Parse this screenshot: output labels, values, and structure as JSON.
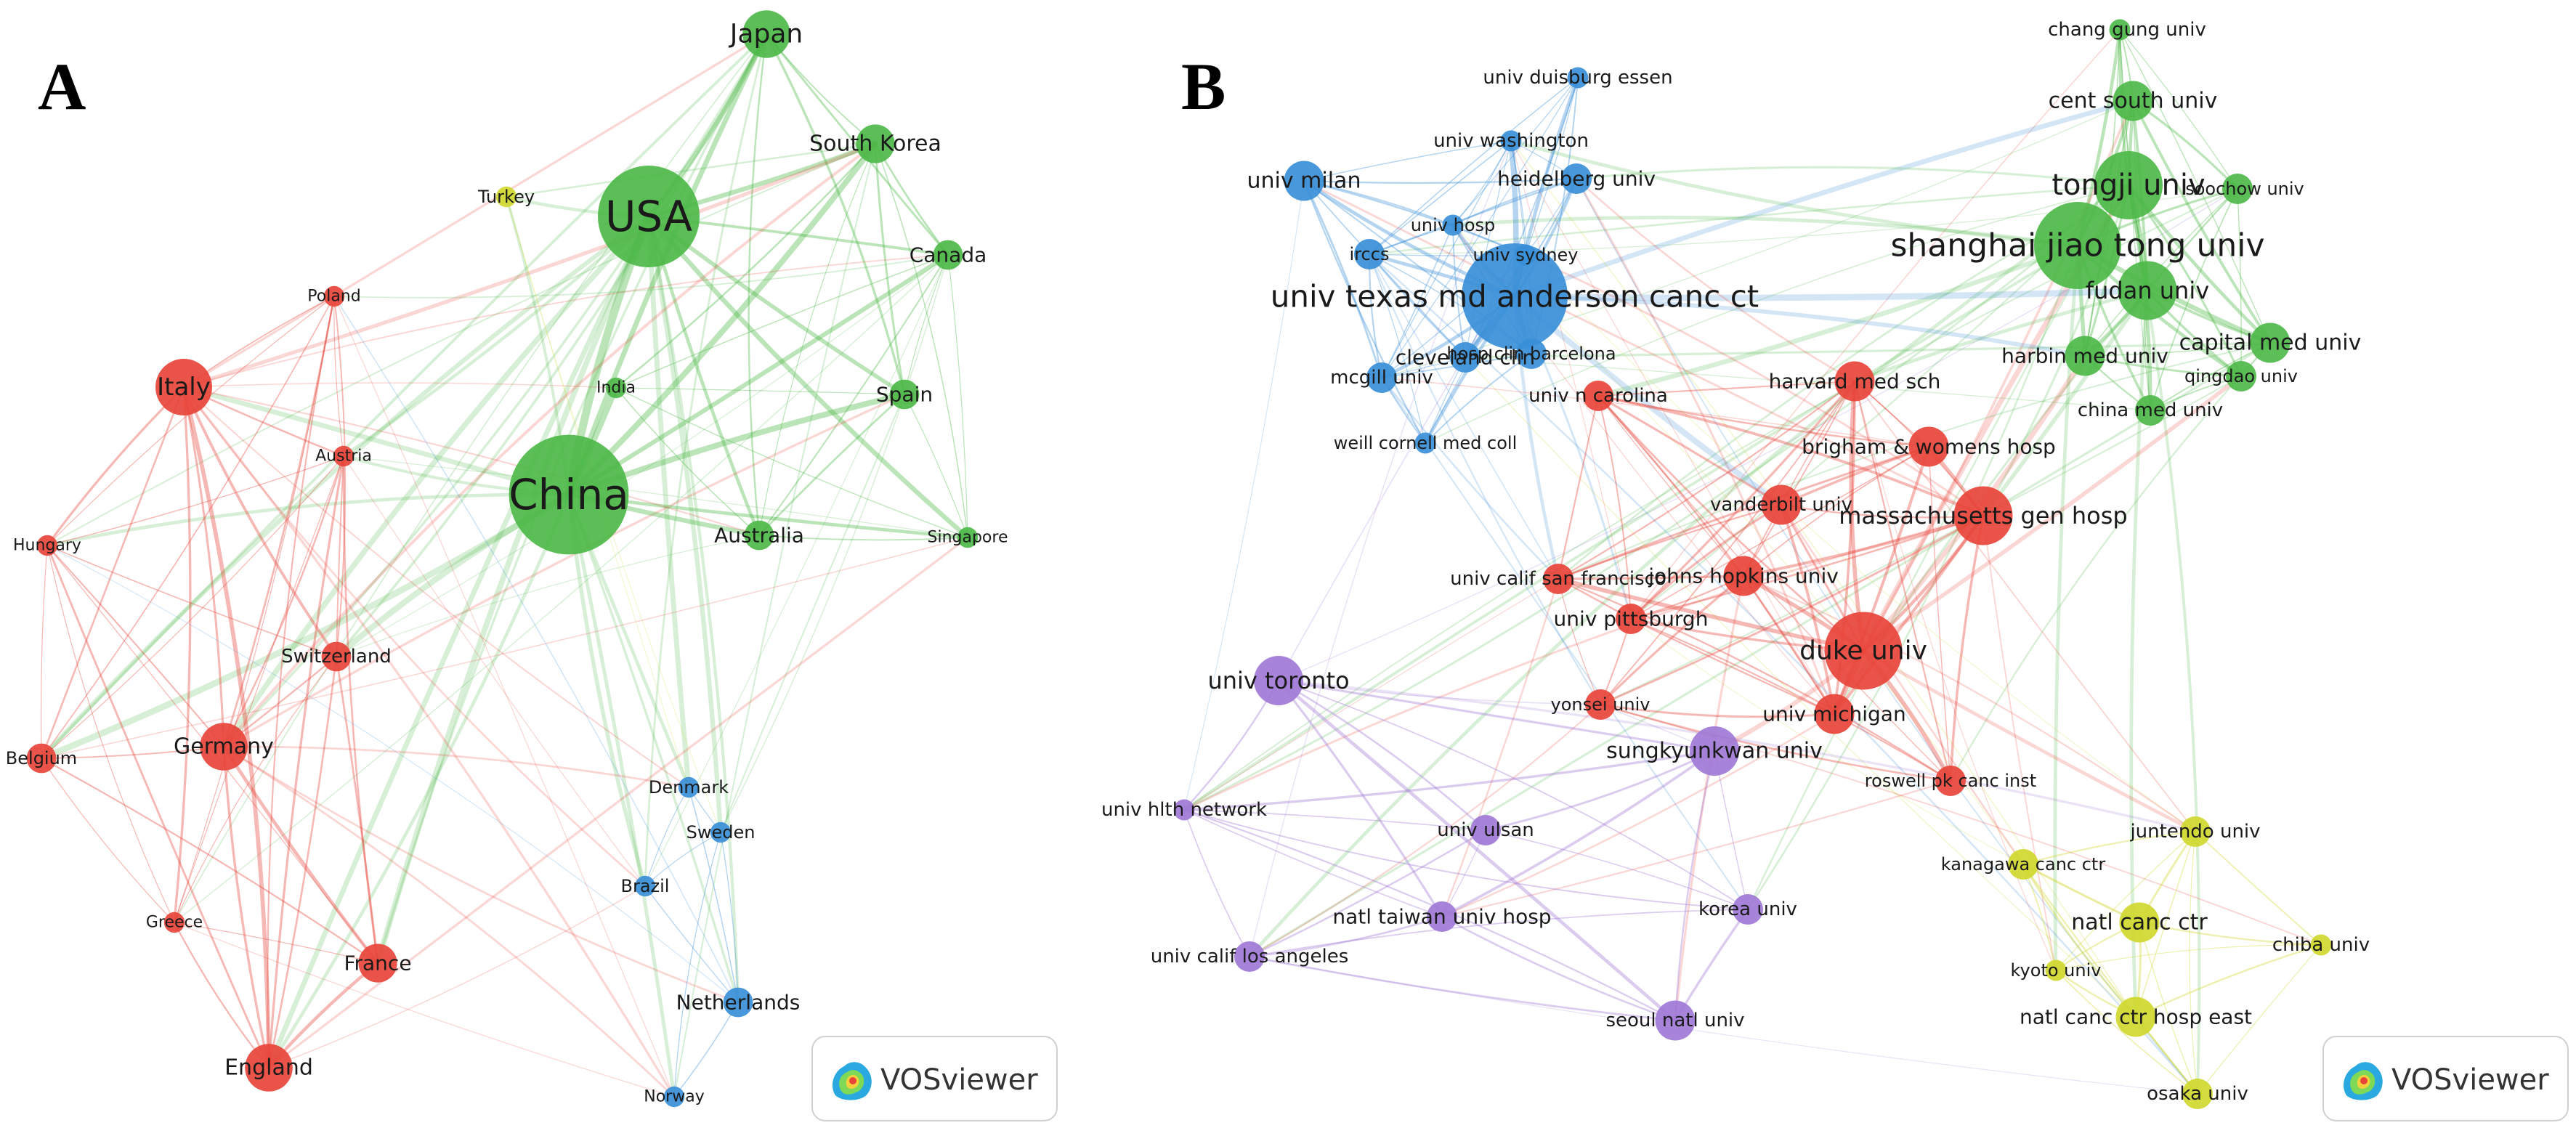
{
  "colors": {
    "red": "#e8443a",
    "green": "#4db848",
    "blue": "#3a8fd8",
    "purple": "#a07ad6",
    "yellow": "#cfd82e",
    "background": "#ffffff"
  },
  "panels": [
    {
      "id": "A",
      "letter": "A",
      "watermark": "VOSviewer",
      "nodes": [
        {
          "label": "Japan",
          "cluster": "green",
          "size": 4
        },
        {
          "label": "USA",
          "cluster": "green",
          "size": 10
        },
        {
          "label": "South Korea",
          "cluster": "green",
          "size": 3
        },
        {
          "label": "Canada",
          "cluster": "green",
          "size": 2
        },
        {
          "label": "Spain",
          "cluster": "green",
          "size": 2
        },
        {
          "label": "India",
          "cluster": "green",
          "size": 1
        },
        {
          "label": "China",
          "cluster": "green",
          "size": 12
        },
        {
          "label": "Australia",
          "cluster": "green",
          "size": 2
        },
        {
          "label": "Singapore",
          "cluster": "green",
          "size": 1
        },
        {
          "label": "Turkey",
          "cluster": "yellow",
          "size": 1
        },
        {
          "label": "Poland",
          "cluster": "red",
          "size": 1
        },
        {
          "label": "Italy",
          "cluster": "red",
          "size": 5
        },
        {
          "label": "Austria",
          "cluster": "red",
          "size": 1
        },
        {
          "label": "Hungary",
          "cluster": "red",
          "size": 1
        },
        {
          "label": "Switzerland",
          "cluster": "red",
          "size": 2
        },
        {
          "label": "Germany",
          "cluster": "red",
          "size": 4
        },
        {
          "label": "Belgium",
          "cluster": "red",
          "size": 2
        },
        {
          "label": "Greece",
          "cluster": "red",
          "size": 1
        },
        {
          "label": "France",
          "cluster": "red",
          "size": 3
        },
        {
          "label": "England",
          "cluster": "red",
          "size": 4
        },
        {
          "label": "Denmark",
          "cluster": "blue",
          "size": 1
        },
        {
          "label": "Sweden",
          "cluster": "blue",
          "size": 1
        },
        {
          "label": "Brazil",
          "cluster": "blue",
          "size": 1
        },
        {
          "label": "Netherlands",
          "cluster": "blue",
          "size": 2
        },
        {
          "label": "Norway",
          "cluster": "blue",
          "size": 1
        }
      ]
    },
    {
      "id": "B",
      "letter": "B",
      "watermark": "VOSviewer",
      "nodes": [
        {
          "label": "chang gung univ",
          "cluster": "green",
          "size": 1
        },
        {
          "label": "cent south univ",
          "cluster": "green",
          "size": 3
        },
        {
          "label": "tongji univ",
          "cluster": "green",
          "size": 6
        },
        {
          "label": "soochow univ",
          "cluster": "green",
          "size": 2
        },
        {
          "label": "shanghai jiao tong univ",
          "cluster": "green",
          "size": 8
        },
        {
          "label": "fudan univ",
          "cluster": "green",
          "size": 5
        },
        {
          "label": "capital med univ",
          "cluster": "green",
          "size": 3
        },
        {
          "label": "harbin med univ",
          "cluster": "green",
          "size": 3
        },
        {
          "label": "qingdao univ",
          "cluster": "green",
          "size": 2
        },
        {
          "label": "china med univ",
          "cluster": "green",
          "size": 2
        },
        {
          "label": "univ duisburg essen",
          "cluster": "blue",
          "size": 1
        },
        {
          "label": "univ washington",
          "cluster": "blue",
          "size": 1
        },
        {
          "label": "univ milan",
          "cluster": "blue",
          "size": 3
        },
        {
          "label": "heidelberg univ",
          "cluster": "blue",
          "size": 2
        },
        {
          "label": "univ hosp",
          "cluster": "blue",
          "size": 1
        },
        {
          "label": "irccs",
          "cluster": "blue",
          "size": 2
        },
        {
          "label": "univ sydney",
          "cluster": "blue",
          "size": 1
        },
        {
          "label": "univ texas md anderson canc ct",
          "cluster": "blue",
          "size": 10
        },
        {
          "label": "cleveland clin",
          "cluster": "blue",
          "size": 2
        },
        {
          "label": "hosp clin barcelona",
          "cluster": "blue",
          "size": 2
        },
        {
          "label": "mcgill univ",
          "cluster": "blue",
          "size": 2
        },
        {
          "label": "weill cornell med coll",
          "cluster": "blue",
          "size": 1
        },
        {
          "label": "univ n carolina",
          "cluster": "red",
          "size": 2
        },
        {
          "label": "harvard med sch",
          "cluster": "red",
          "size": 3
        },
        {
          "label": "brigham & womens hosp",
          "cluster": "red",
          "size": 3
        },
        {
          "label": "vanderbilt univ",
          "cluster": "red",
          "size": 3
        },
        {
          "label": "massachusetts gen hosp",
          "cluster": "red",
          "size": 5
        },
        {
          "label": "univ calif san francisco",
          "cluster": "red",
          "size": 2
        },
        {
          "label": "johns hopkins univ",
          "cluster": "red",
          "size": 3
        },
        {
          "label": "univ pittsburgh",
          "cluster": "red",
          "size": 2
        },
        {
          "label": "duke univ",
          "cluster": "red",
          "size": 7
        },
        {
          "label": "yonsei univ",
          "cluster": "red",
          "size": 2
        },
        {
          "label": "univ michigan",
          "cluster": "red",
          "size": 3
        },
        {
          "label": "roswell pk canc inst",
          "cluster": "red",
          "size": 2
        },
        {
          "label": "univ toronto",
          "cluster": "purple",
          "size": 4
        },
        {
          "label": "sungkyunkwan univ",
          "cluster": "purple",
          "size": 4
        },
        {
          "label": "univ hlth network",
          "cluster": "purple",
          "size": 1
        },
        {
          "label": "univ ulsan",
          "cluster": "purple",
          "size": 2
        },
        {
          "label": "natl taiwan univ hosp",
          "cluster": "purple",
          "size": 2
        },
        {
          "label": "korea univ",
          "cluster": "purple",
          "size": 2
        },
        {
          "label": "univ calif los angeles",
          "cluster": "purple",
          "size": 2
        },
        {
          "label": "seoul natl univ",
          "cluster": "purple",
          "size": 3
        },
        {
          "label": "juntendo univ",
          "cluster": "yellow",
          "size": 2
        },
        {
          "label": "kanagawa canc ctr",
          "cluster": "yellow",
          "size": 2
        },
        {
          "label": "natl canc ctr",
          "cluster": "yellow",
          "size": 3
        },
        {
          "label": "chiba univ",
          "cluster": "yellow",
          "size": 1
        },
        {
          "label": "kyoto univ",
          "cluster": "yellow",
          "size": 1
        },
        {
          "label": "natl canc ctr hosp east",
          "cluster": "yellow",
          "size": 3
        },
        {
          "label": "osaka univ",
          "cluster": "yellow",
          "size": 2
        }
      ]
    }
  ]
}
